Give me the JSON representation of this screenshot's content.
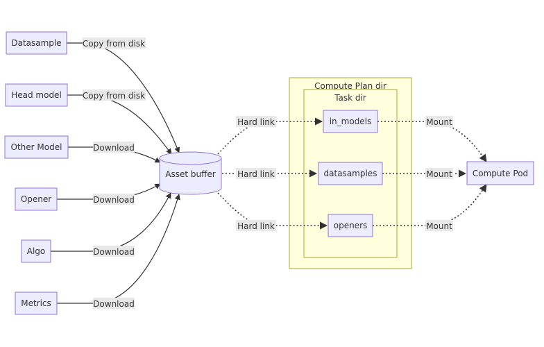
{
  "nodes": {
    "datasample": "Datasample",
    "head_model": "Head model",
    "other_model": "Other Model",
    "opener": "Opener",
    "algo": "Algo",
    "metrics": "Metrics",
    "asset_buffer": "Asset buffer",
    "in_models": "in_models",
    "datasamples": "datasamples",
    "openers": "openers",
    "compute_pod": "Compute Pod"
  },
  "clusters": {
    "compute_plan_dir": "Compute Plan dir",
    "task_dir": "Task dir"
  },
  "edge_labels": {
    "datasample_to_buffer": "Copy from disk",
    "head_model_to_buffer": "Copy from disk",
    "other_model_to_buffer": "Download",
    "opener_to_buffer": "Download",
    "algo_to_buffer": "Download",
    "metrics_to_buffer": "Download",
    "buffer_to_in_models": "Hard link",
    "buffer_to_datasamples": "Hard link",
    "buffer_to_openers": "Hard link",
    "in_models_to_pod": "Mount",
    "datasamples_to_pod": "Mount",
    "openers_to_pod": "Mount"
  },
  "colors": {
    "node_fill": "#ECECFF",
    "node_stroke": "#9370DB",
    "cluster_fill": "#ffffde",
    "cluster_stroke": "#aaaa33",
    "edge": "#333333",
    "label_bg": "#e8e8e8"
  }
}
